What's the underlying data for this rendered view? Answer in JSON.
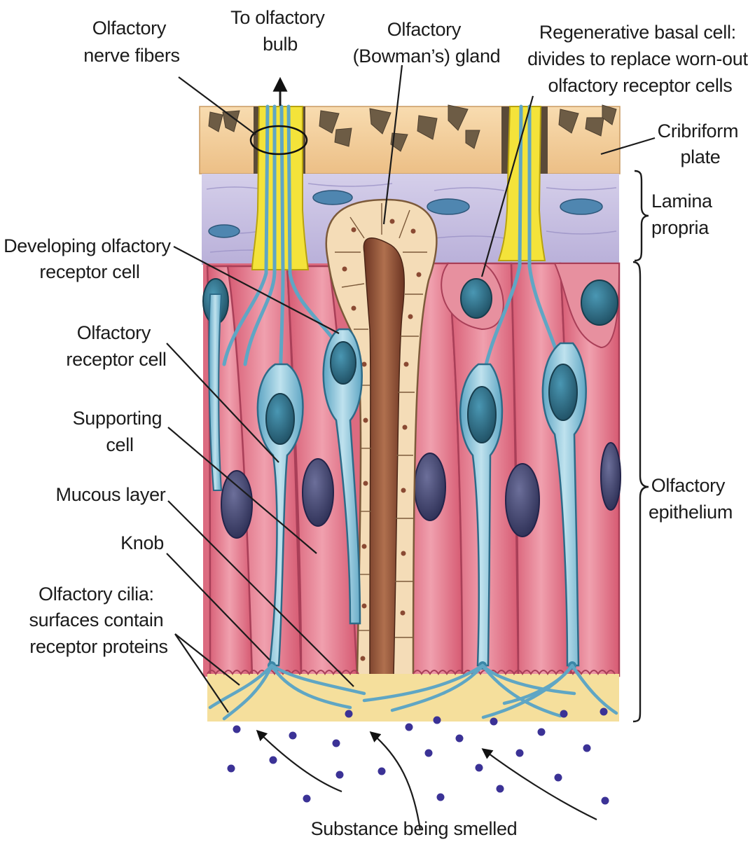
{
  "diagram": {
    "labels": {
      "olfactory_nerve_fibers": [
        "Olfactory",
        "nerve fibers"
      ],
      "to_olfactory_bulb": [
        "To olfactory",
        "bulb"
      ],
      "bowmans_gland": [
        "Olfactory",
        "(Bowman’s) gland"
      ],
      "regenerative_basal_cell": [
        "Regenerative basal cell:",
        "divides to replace worn-out",
        "olfactory receptor cells"
      ],
      "cribriform_plate": [
        "Cribriform",
        "plate"
      ],
      "lamina_propria": [
        "Lamina",
        "propria"
      ],
      "developing_receptor_cell": [
        "Developing olfactory",
        "receptor cell"
      ],
      "olfactory_receptor_cell": [
        "Olfactory",
        "receptor cell"
      ],
      "supporting_cell": [
        "Supporting",
        "cell"
      ],
      "mucous_layer": [
        "Mucous layer"
      ],
      "knob": [
        "Knob"
      ],
      "olfactory_cilia": [
        "Olfactory cilia:",
        "surfaces contain",
        "receptor proteins"
      ],
      "olfactory_epithelium": [
        "Olfactory",
        "epithelium"
      ],
      "substance_being_smelled": [
        "Substance being smelled"
      ]
    },
    "colors": {
      "bone": "#f3cf9a",
      "lamina": "#c9c2e3",
      "epithelium": "#e0788a",
      "receptor_cell": "#9fcde0",
      "nucleus": "#2f6f86",
      "nerve": "#f4e33a",
      "mucus": "#f5df9c",
      "gland_lumen": "#8a4a33",
      "odorant": "#3b3296"
    }
  }
}
